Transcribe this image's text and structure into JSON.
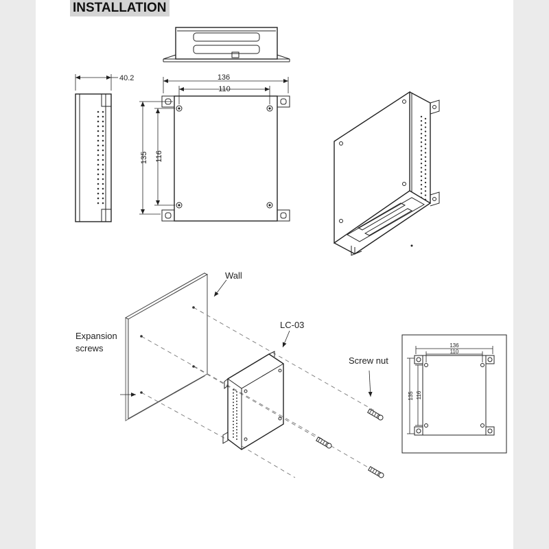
{
  "header": {
    "title": "INSTALLATION"
  },
  "dimensions": {
    "depth": "40.2",
    "outer_width": "136",
    "inner_width": "110",
    "outer_height": "135",
    "inner_height": "116"
  },
  "labels": {
    "wall": "Wall",
    "expansion_line1": "Expansion",
    "expansion_line2": "screws",
    "device": "LC-03",
    "screw_nut": "Screw nut"
  },
  "inset_dimensions": {
    "outer_width": "136",
    "inner_width": "110",
    "outer_height": "135",
    "inner_height": "116"
  },
  "colors": {
    "background": "#ebebeb",
    "sheet": "#ffffff",
    "title_bg": "#d4d4d4",
    "line": "#222222"
  }
}
